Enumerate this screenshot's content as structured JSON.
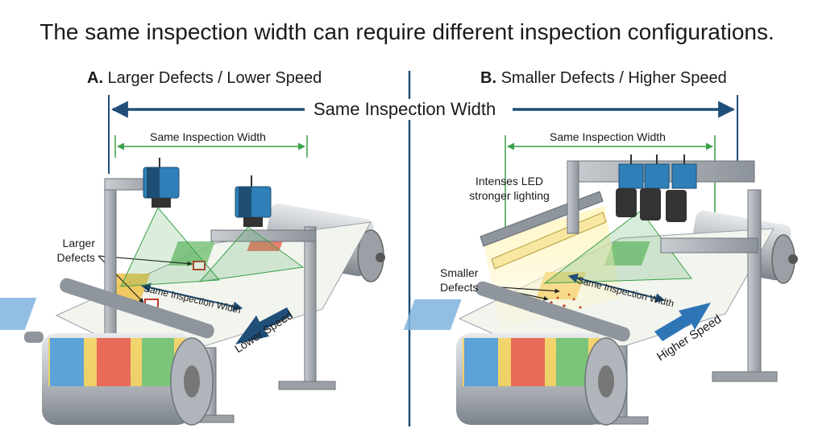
{
  "title": "The same inspection width can require different inspection configurations.",
  "panel_a": {
    "tag": "A.",
    "title": "Larger Defects / Lower Speed",
    "width_label": "Same Inspection Width",
    "belt_width_label": "Same Inspection Width",
    "defects_label": "Larger Defects",
    "speed_label": "Lower Speed"
  },
  "panel_b": {
    "tag": "B.",
    "title": "Smaller Defects / Higher Speed",
    "width_label": "Same Inspection Width",
    "belt_width_label": "Same Inspection Width",
    "defects_label": "Smaller Defects",
    "lighting_label": "Intenses LED stronger lighting",
    "speed_label": "Higher Speed"
  },
  "shared": {
    "top_width_label": "Same Inspection Width"
  },
  "colors": {
    "dimension_arrow": "#1f4e79",
    "width_marker": "#3aa14a",
    "camera_body": "#2f7fb8",
    "frame_metal": "#a8adb3",
    "led_glow": "#fff3b0",
    "speed_arrow_a": "#1f4e79",
    "speed_arrow_b": "#2e75b6"
  },
  "icons": [
    "camera-icon",
    "roller-icon",
    "led-bar-icon",
    "speed-arrow-icon"
  ]
}
